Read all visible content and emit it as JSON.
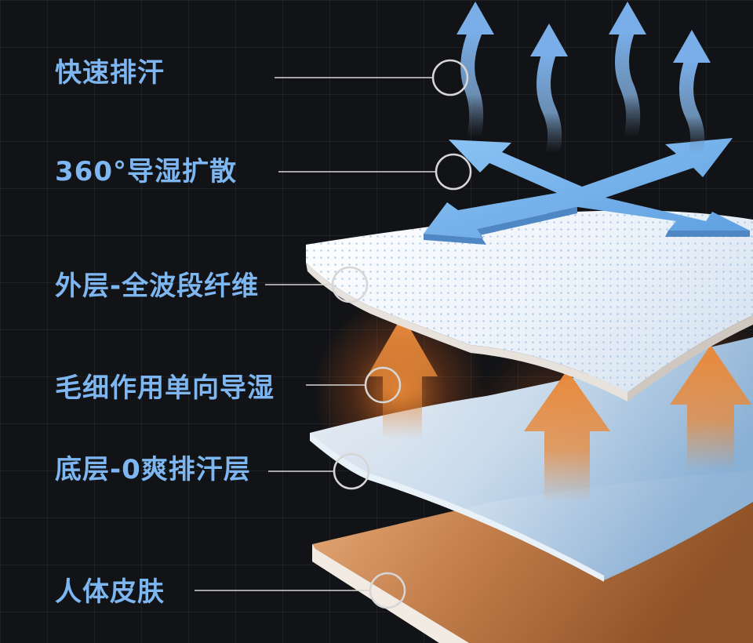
{
  "diagram": {
    "labels": [
      {
        "id": "quick-sweat-wicking",
        "text": "快速排汗"
      },
      {
        "id": "360-diffusion",
        "text": "360°导湿扩散"
      },
      {
        "id": "outer-layer",
        "text": "外层-全波段纤维"
      },
      {
        "id": "capillary-wicking",
        "text": "毛细作用单向导湿"
      },
      {
        "id": "base-layer",
        "text": "底层-0爽排汗层"
      },
      {
        "id": "human-skin",
        "text": "人体皮肤"
      }
    ],
    "colors": {
      "label": "#7db6f0",
      "leader": "#d6d6d6",
      "blue_arrow": "#7fb4ea",
      "orange_arrow": "#e8893a",
      "skin": "#c98552",
      "fabric": "#eef4fb"
    }
  }
}
